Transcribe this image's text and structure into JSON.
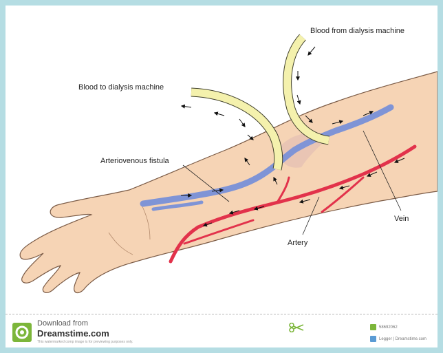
{
  "labels": {
    "blood_from": "Blood from dialysis machine",
    "blood_to": "Blood to dialysis machine",
    "fistula": "Arteriovenous fistula",
    "vein": "Vein",
    "artery": "Artery"
  },
  "footer": {
    "download_from": "Download from",
    "site_name": "Dreamstime.com",
    "note": "This watermarked comp image is for previewing purposes only.",
    "image_id": "58692062",
    "credit": "Legger | Dreamstime.com"
  },
  "colors": {
    "skin": "#f6d4b5",
    "skin_outline": "#7a5a45",
    "vein": "#7f94d6",
    "artery": "#e2324b",
    "tube": "#f4f1ad",
    "tube_outline": "#3f3f2b",
    "brand": "#7cb63a"
  },
  "icons": {
    "logo": "dreamstime-logo-icon",
    "cut": "scissors-icon",
    "id": "image-id-icon",
    "credit": "author-icon"
  }
}
